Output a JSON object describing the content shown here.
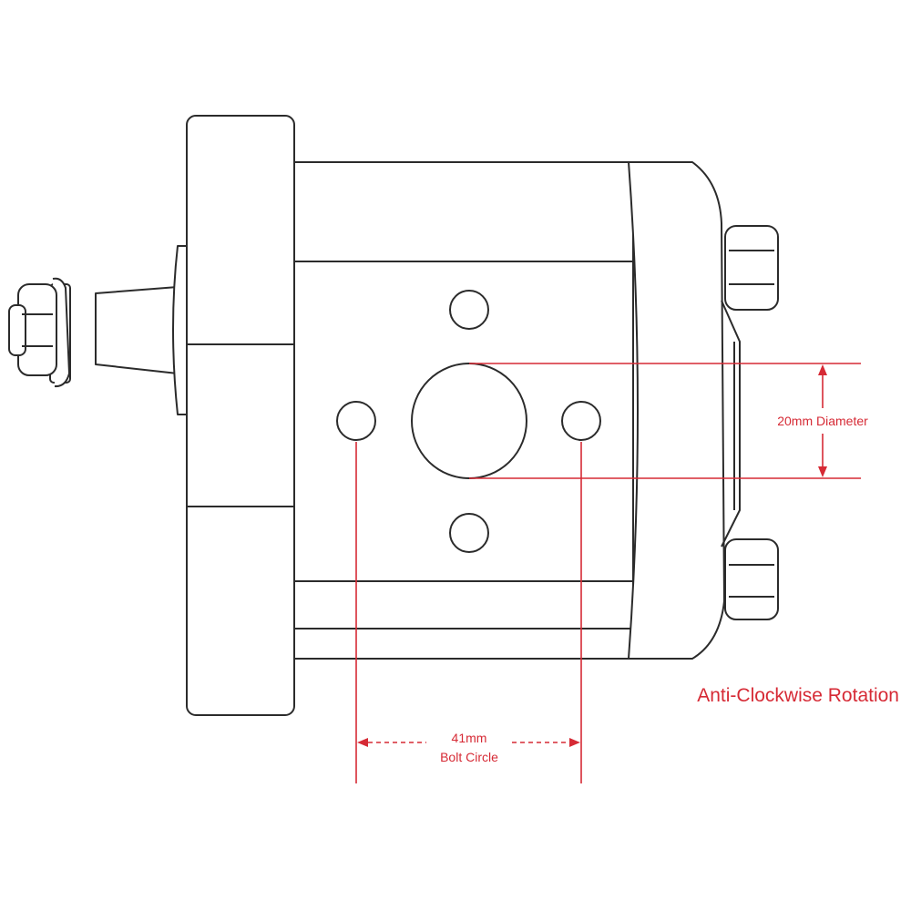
{
  "diagram": {
    "diameter_label": "20mm Diameter",
    "bolt_circle_label_line1": "41mm",
    "bolt_circle_label_line2": "Bolt Circle",
    "rotation_label": "Anti-Clockwise Rotation"
  },
  "colors": {
    "dimension": "#d62a35",
    "outline": "#2b2b2b",
    "background": "#ffffff"
  }
}
